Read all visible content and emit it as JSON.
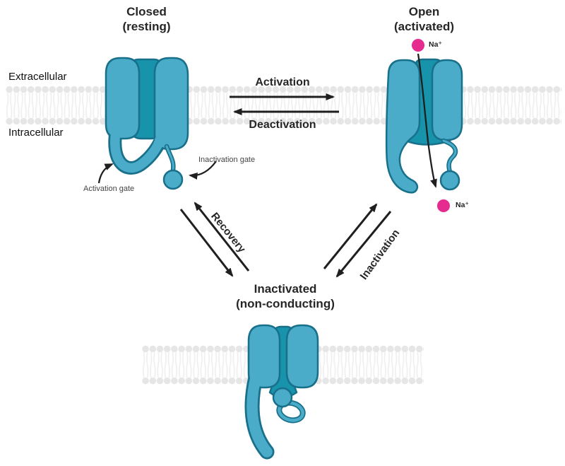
{
  "diagram": {
    "states": {
      "closed": {
        "title": "Closed\n(resting)"
      },
      "open": {
        "title": "Open\n(activated)"
      },
      "inactivated": {
        "title": "Inactivated\n(non-conducting)"
      }
    },
    "regions": {
      "extracellular": "Extracellular",
      "intracellular": "Intracellular"
    },
    "transitions": {
      "activation": "Activation",
      "deactivation": "Deactivation",
      "recovery": "Recovery",
      "inactivation": "Inactivation"
    },
    "annotations": {
      "activation_gate": "Activation gate",
      "inactivation_gate": "Inactivation gate"
    },
    "ions": {
      "sodium_top": "Na⁺",
      "sodium_bottom": "Na⁺"
    }
  },
  "colors": {
    "channel_fill": "#4aacc8",
    "channel_pore": "#1793ab",
    "channel_stroke": "#19708a",
    "ion_pink": "#e52a90",
    "membrane_head": "#e6e6e6",
    "membrane_tail": "#efefef",
    "arrow": "#1f1f1f",
    "text": "#262626"
  }
}
